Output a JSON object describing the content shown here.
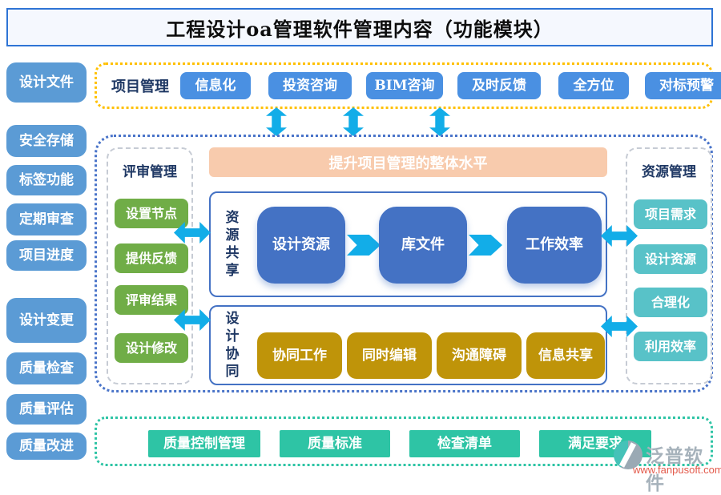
{
  "title": "工程设计oa管理软件管理内容（功能模块）",
  "sidebar": {
    "items": [
      "设计文件",
      "安全存储",
      "标签功能",
      "定期审查",
      "项目进度",
      "设计变更",
      "质量检查",
      "质量评估",
      "质量改进"
    ]
  },
  "top_panel": {
    "label": "项目管理",
    "buttons": [
      "信息化",
      "投资咨询",
      "BIM咨询",
      "及时反馈",
      "全方位",
      "对标预警"
    ]
  },
  "middle_panel": {
    "banner": "提升项目管理的整体水平",
    "review": {
      "label": "评审管理",
      "buttons": [
        "设置节点",
        "提供反馈",
        "评审结果",
        "设计修改"
      ]
    },
    "resource_share": {
      "label": "资源共享",
      "nodes": [
        "设计资源",
        "库文件",
        "工作效率"
      ]
    },
    "design_collab": {
      "label": "设计协同",
      "nodes": [
        "协同工作",
        "同时编辑",
        "沟通障碍",
        "信息共享"
      ]
    },
    "resource_mgmt": {
      "label": "资源管理",
      "buttons": [
        "项目需求",
        "设计资源",
        "合理化",
        "利用效率"
      ]
    }
  },
  "bottom_panel": {
    "buttons": [
      "质量控制管理",
      "质量标准",
      "检查清单",
      "满足要求"
    ]
  },
  "logo": {
    "name": "泛普软件",
    "url": "www.fanpusoft.com"
  },
  "icons": {
    "down_arrow": "double-headed-vertical-arrow",
    "side_arrow": "double-headed-horizontal-arrow",
    "flow_arrow": "chevron-right-arrow"
  },
  "colors": {
    "title_border": "#2e74d5",
    "sidebar_blue": "#5b9bd5",
    "top_blue": "#4a90e2",
    "green": "#70ad47",
    "teal": "#58c2c8",
    "bottom_teal": "#2ec4a5",
    "node_blue": "#4472c4",
    "node_gold": "#bf9409",
    "banner_salmon": "#f8cbad",
    "arrow_cyan": "#12ade8",
    "border_yellow": "#ffc000",
    "border_blue": "#4a74c9",
    "logo_gray": "#a6b2bb",
    "logo_url_red": "#e35a4b"
  }
}
